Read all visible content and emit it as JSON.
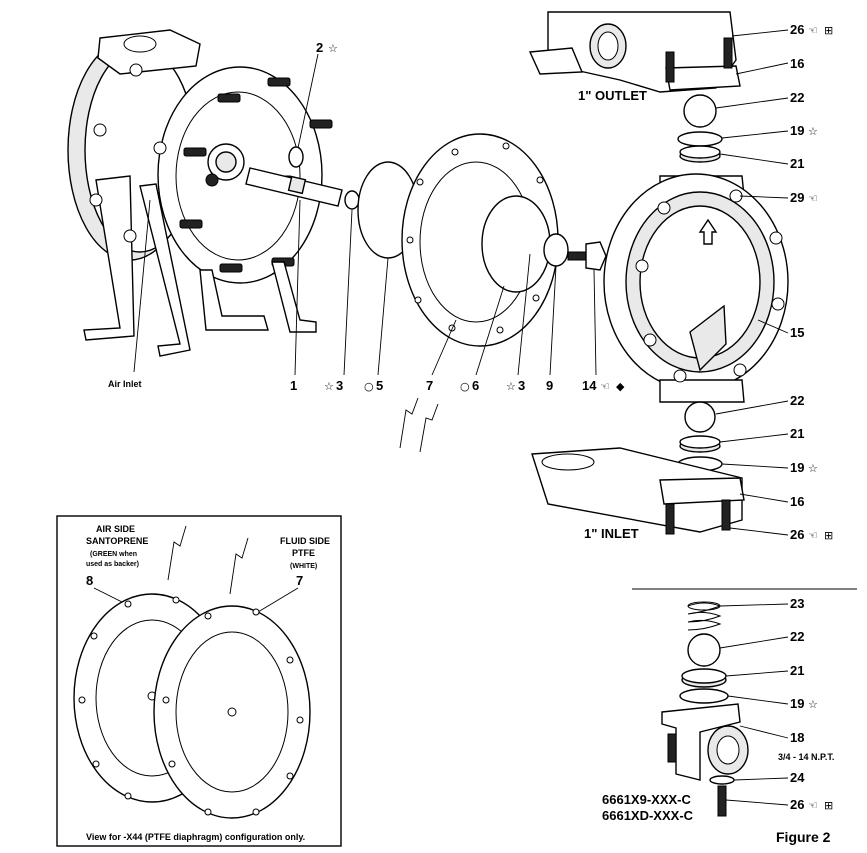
{
  "callouts": {
    "p1": "1",
    "p2": "2",
    "p3a": "3",
    "p3b": "3",
    "p5": "5",
    "p6": "6",
    "p7": "7",
    "p7b": "7",
    "p8": "8",
    "p9": "9",
    "p14": "14",
    "p15": "15",
    "p16a": "16",
    "p16b": "16",
    "p18": "18",
    "p19a": "19",
    "p19b": "19",
    "p19c": "19",
    "p21a": "21",
    "p21b": "21",
    "p21c": "21",
    "p22a": "22",
    "p22b": "22",
    "p22c": "22",
    "p23": "23",
    "p24": "24",
    "p26a": "26",
    "p26b": "26",
    "p26c": "26",
    "p29": "29"
  },
  "symbols": {
    "star": "☆",
    "circle": "○",
    "diamond": "◆",
    "hand": "☜",
    "grid": "⊞"
  },
  "labels": {
    "outlet": "1\" OUTLET",
    "inlet": "1\" INLET",
    "air_inlet": "Air Inlet",
    "npt": "3/4 - 14 N.P.T.",
    "model_a": "6661X9-XXX-C",
    "model_b": "6661XD-XXX-C",
    "figure": "Figure 2"
  },
  "inset": {
    "air_side_line1": "AIR SIDE",
    "air_side_line2": "SANTOPRENE",
    "air_side_line3": "(GREEN when",
    "air_side_line4": "used as backer)",
    "fluid_side_line1": "FLUID SIDE",
    "fluid_side_line2": "PTFE",
    "fluid_side_line3": "(WHITE)",
    "note": "View for -X44 (PTFE diaphragm) configuration only."
  }
}
